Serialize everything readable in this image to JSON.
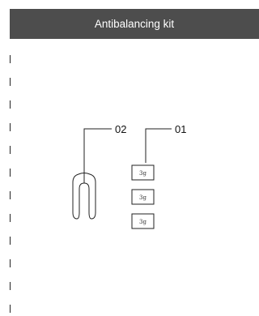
{
  "header": {
    "title": "Antibalancing kit"
  },
  "callouts": {
    "tool_number": "02",
    "weights_number": "01"
  },
  "weights": [
    {
      "label": "3g"
    },
    {
      "label": "3g"
    },
    {
      "label": "3g"
    }
  ]
}
